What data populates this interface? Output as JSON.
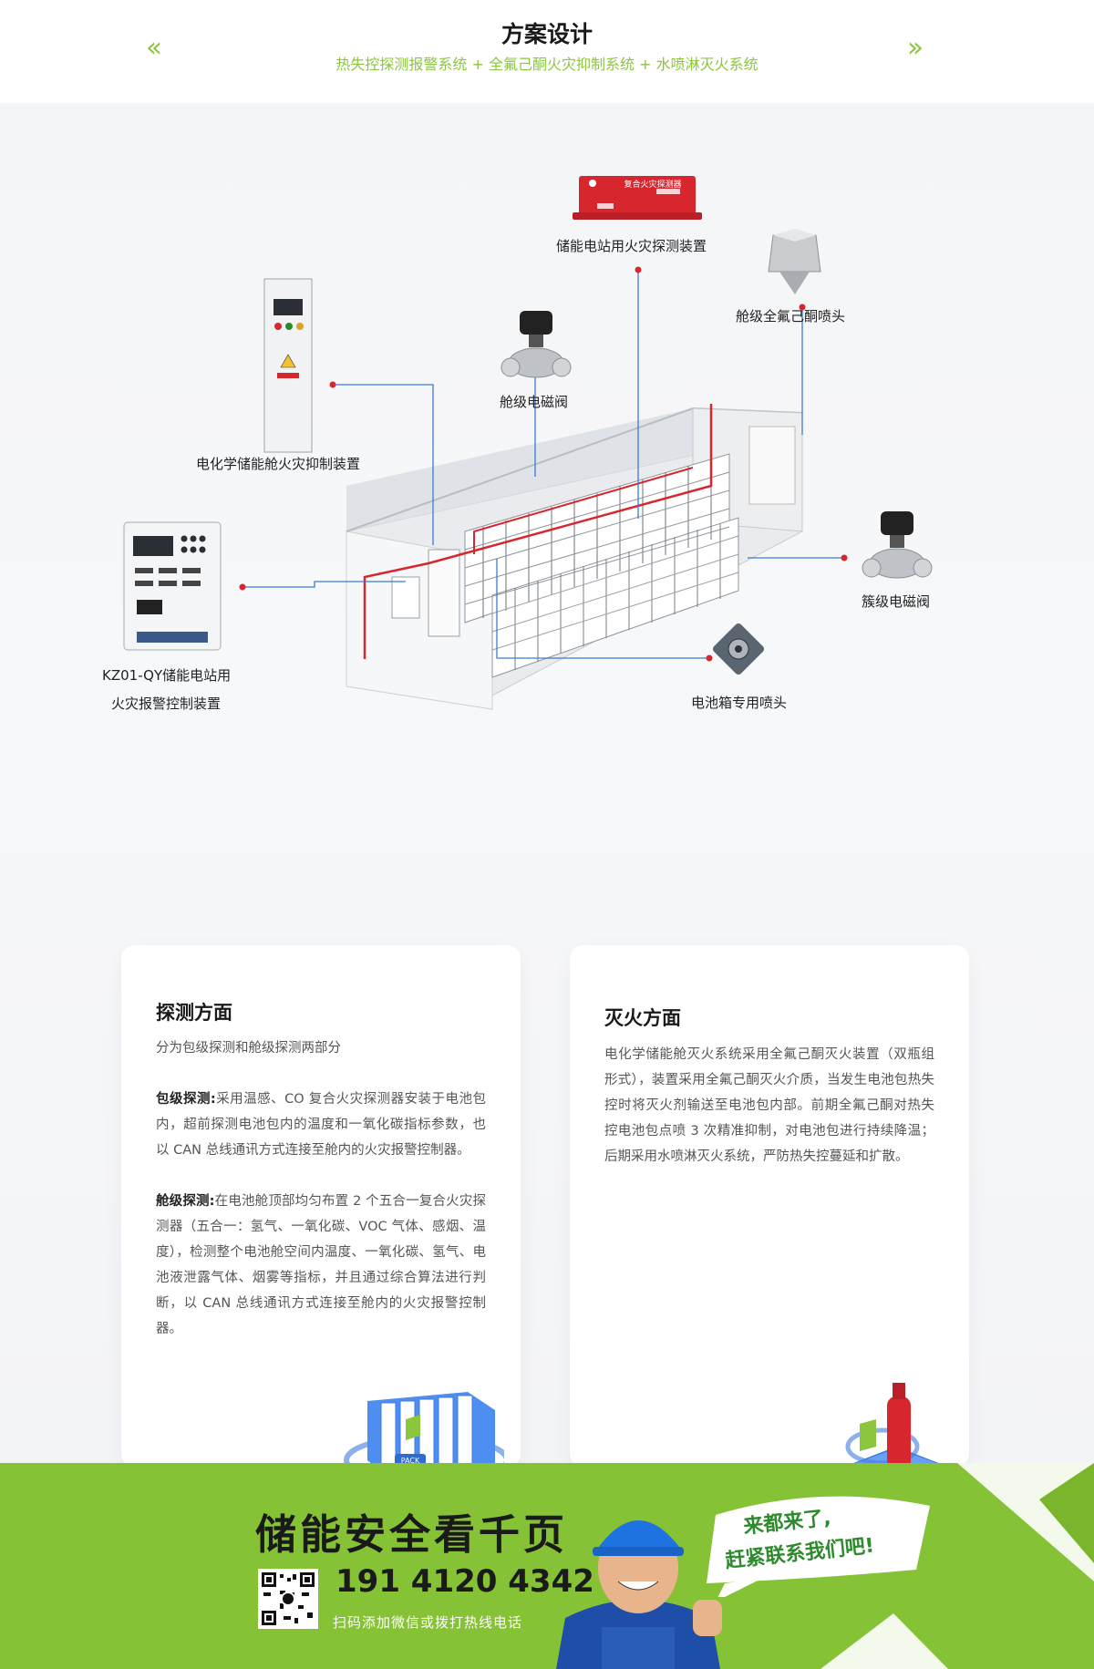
{
  "header": {
    "title": "方案设计",
    "subtitle": "热失控探测报警系统 + 全氟己酮火灾抑制系统 + 水喷淋灭火系统",
    "prev_arrow": "‹‹",
    "next_arrow": "››"
  },
  "diagram": {
    "labels": {
      "detector": "储能电站用火灾探测装置",
      "nozzle_cabin": "舱级全氟己酮喷头",
      "valve_cabin": "舱级电磁阀",
      "suppression_device": "电化学储能舱火灾抑制装置",
      "valve_cluster": "簇级电磁阀",
      "controller_line1": "KZ01-QY储能电站用",
      "controller_line2": "火灾报警控制装置",
      "nozzle_box": "电池箱专用喷头"
    },
    "detector_device_text": "复合火灾探测器",
    "pack_label": "PACK"
  },
  "cards": {
    "detection": {
      "title": "探测方面",
      "intro": "分为包级探测和舱级探测两部分",
      "pack_label": "包级探测:",
      "pack_text": "采用温感、CO 复合火灾探测器安装于电池包内，超前探测电池包内的温度和一氧化碳指标参数，也以 CAN 总线通讯方式连接至舱内的火灾报警控制器。",
      "cabin_label": "舱级探测:",
      "cabin_text": "在电池舱顶部均匀布置 2 个五合一复合火灾探测器（五合一：氢气、一氧化碳、VOC 气体、感烟、温度），检测整个电池舱空间内温度、一氧化碳、氢气、电池液泄露气体、烟雾等指标，并且通过综合算法进行判断，以 CAN 总线通讯方式连接至舱内的火灾报警控制器。"
    },
    "extinguish": {
      "title": "灭火方面",
      "text": "电化学储能舱灭火系统采用全氟己酮灭火装置（双瓶组形式），装置采用全氟己酮灭火介质，当发生电池包热失控时将灭火剂输送至电池包内部。前期全氟己酮对热失控电池包点喷 3 次精准抑制，对电池包进行持续降温；后期采用水喷淋灭火系统，严防热失控蔓延和扩散。"
    }
  },
  "banner": {
    "slogan": "储能安全看千页",
    "phone": "191 4120 4342",
    "hint": "扫码添加微信或拨打热线电话",
    "bubble_line1": "来都来了,",
    "bubble_line2": "赶紧联系我们吧!"
  },
  "colors": {
    "accent": "#8cc63f",
    "banner": "#86c235",
    "line_red": "#d8262f",
    "line_blue": "#3a7bd5"
  }
}
